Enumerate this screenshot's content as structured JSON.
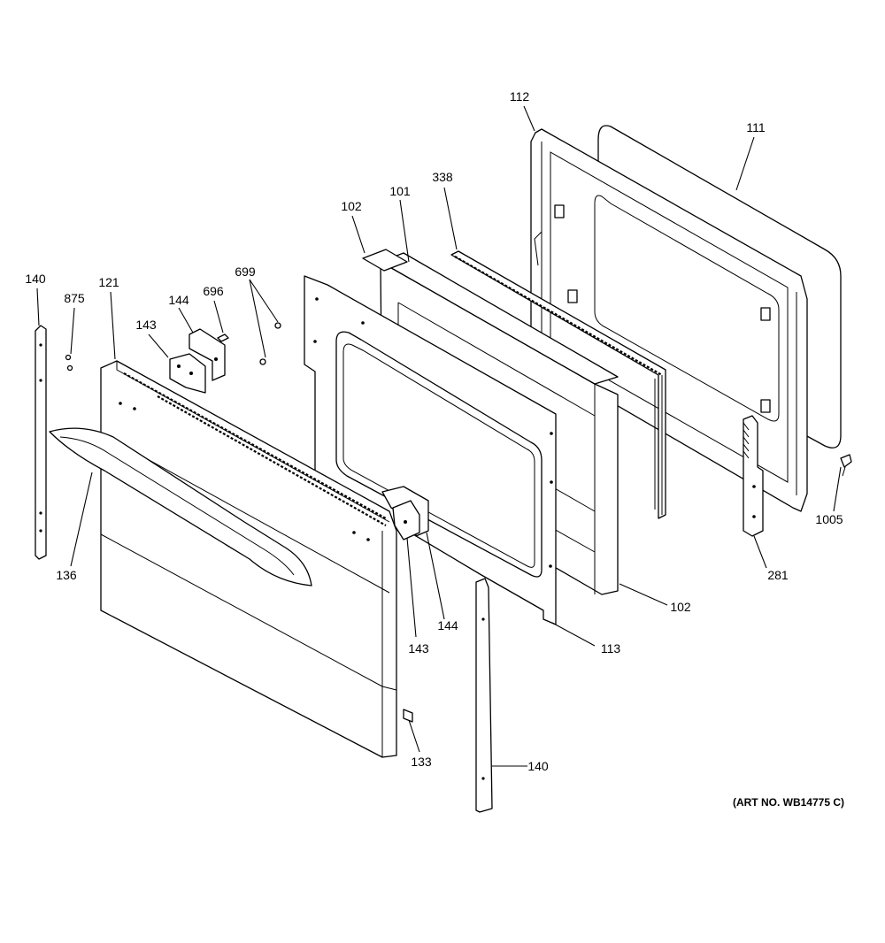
{
  "diagram": {
    "art_number": "(ART NO. WB14775 C)",
    "callouts": {
      "c111": "111",
      "c112": "112",
      "c338": "338",
      "c102_top": "102",
      "c101": "101",
      "c140_left": "140",
      "c875": "875",
      "c121": "121",
      "c144_top": "144",
      "c696": "696",
      "c699": "699",
      "c143_top": "143",
      "c136": "136",
      "c143_bottom": "143",
      "c144_bottom": "144",
      "c113": "113",
      "c102_bottom": "102",
      "c133": "133",
      "c140_bottom": "140",
      "c1005": "1005",
      "c281": "281"
    }
  }
}
